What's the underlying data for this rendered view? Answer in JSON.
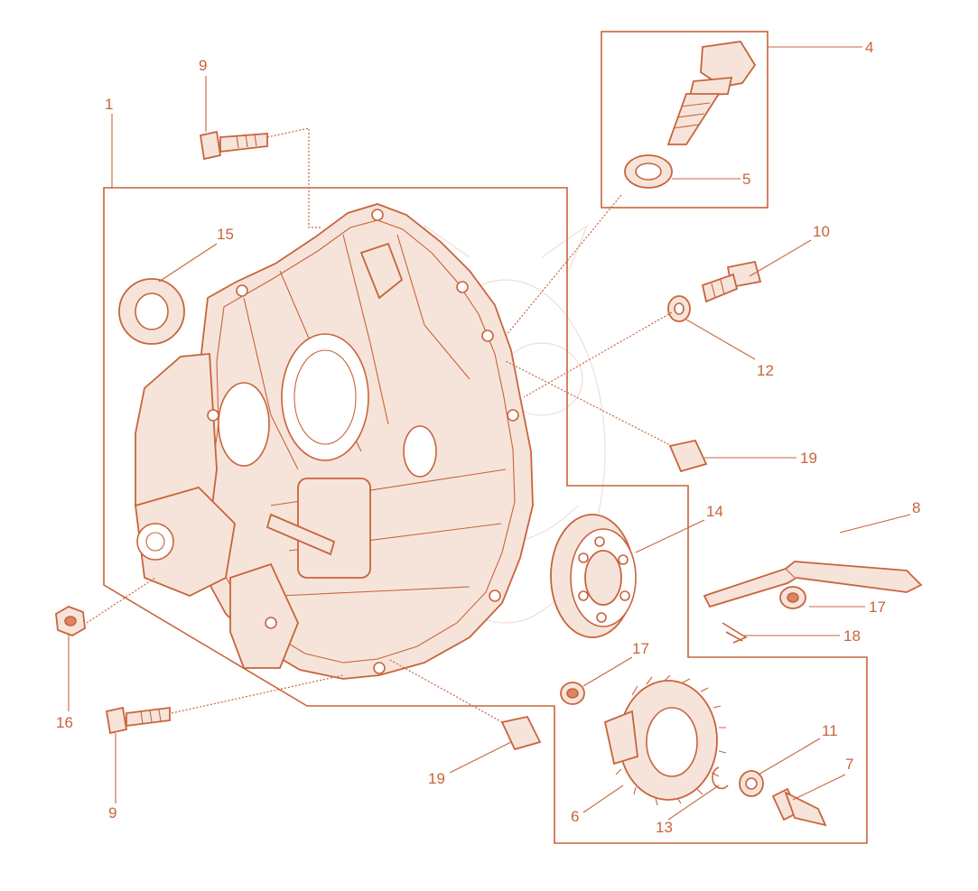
{
  "colors": {
    "ink": "#c8643c",
    "fill": "#f6e4da",
    "background": "#ffffff"
  },
  "callouts": [
    {
      "id": "c1",
      "label": "1"
    },
    {
      "id": "c4",
      "label": "4"
    },
    {
      "id": "c5",
      "label": "5"
    },
    {
      "id": "c6",
      "label": "6"
    },
    {
      "id": "c7",
      "label": "7"
    },
    {
      "id": "c8",
      "label": "8"
    },
    {
      "id": "c9a",
      "label": "9"
    },
    {
      "id": "c9b",
      "label": "9"
    },
    {
      "id": "c10",
      "label": "10"
    },
    {
      "id": "c11",
      "label": "11"
    },
    {
      "id": "c12",
      "label": "12"
    },
    {
      "id": "c13",
      "label": "13"
    },
    {
      "id": "c14",
      "label": "14"
    },
    {
      "id": "c15",
      "label": "15"
    },
    {
      "id": "c16",
      "label": "16"
    },
    {
      "id": "c17a",
      "label": "17"
    },
    {
      "id": "c17b",
      "label": "17"
    },
    {
      "id": "c18",
      "label": "18"
    },
    {
      "id": "c19a",
      "label": "19"
    },
    {
      "id": "c19b",
      "label": "19"
    }
  ]
}
